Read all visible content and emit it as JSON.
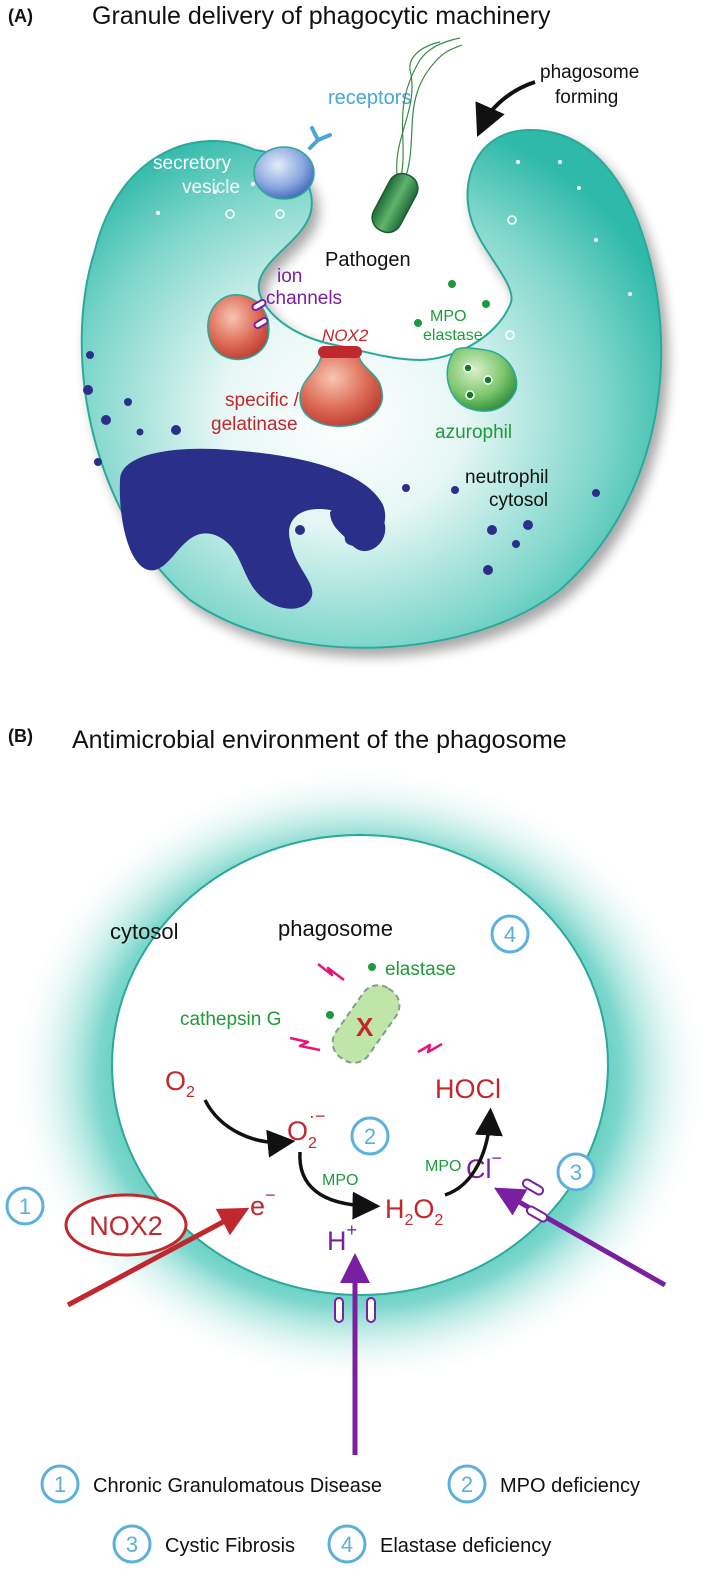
{
  "panel_a": {
    "letter": "(A)",
    "title": "Granule delivery of phagocytic machinery",
    "labels": {
      "receptors": "receptors",
      "secretory": "secretory",
      "vesicle": "vesicle",
      "phagosome": "phagosome",
      "forming": "forming",
      "pathogen": "Pathogen",
      "ion": "ion",
      "channels": "channels",
      "nox2": "NOX2",
      "mpo": "MPO",
      "elastase": "elastase",
      "specific": "specific /",
      "gelatinase": "gelatinase",
      "azurophil": "azurophil",
      "neutrophil": "neutrophil",
      "cytosol": "cytosol"
    }
  },
  "panel_b": {
    "letter": "(B)",
    "title": "Antimicrobial environment of the phagosome",
    "labels": {
      "cytosol": "cytosol",
      "phagosome": "phagosome",
      "elastase": "elastase",
      "cathepsin": "cathepsin G",
      "x": "X",
      "o2": "O",
      "o2_sub": "2",
      "superoxide": "O",
      "superoxide_sub": "2",
      "superoxide_sup": "·−",
      "hocl": "HOCl",
      "mpo1": "MPO",
      "mpo2": "MPO",
      "cl": "Cl",
      "cl_sup": "−",
      "e": "e",
      "e_sup": "−",
      "h2o2_h": "H",
      "h2o2_2a": "2",
      "h2o2_o": "O",
      "h2o2_2b": "2",
      "h": "H",
      "h_sup": "+",
      "nox2": "NOX2"
    },
    "markers": [
      "1",
      "2",
      "3",
      "4"
    ]
  },
  "legend": [
    {
      "num": "1",
      "text": "Chronic Granulomatous Disease"
    },
    {
      "num": "2",
      "text": "MPO deficiency"
    },
    {
      "num": "3",
      "text": "Cystic Fibrosis"
    },
    {
      "num": "4",
      "text": "Elastase deficiency"
    }
  ],
  "colors": {
    "cell": "#2fb9aa",
    "nucleus": "#2a2f8a",
    "red": "#c0282d",
    "green": "#1f9a3a",
    "purple": "#7b1fa2",
    "blue_label": "#4aa6d8",
    "magenta": "#e6157a",
    "marker": "#5bb1dc"
  }
}
